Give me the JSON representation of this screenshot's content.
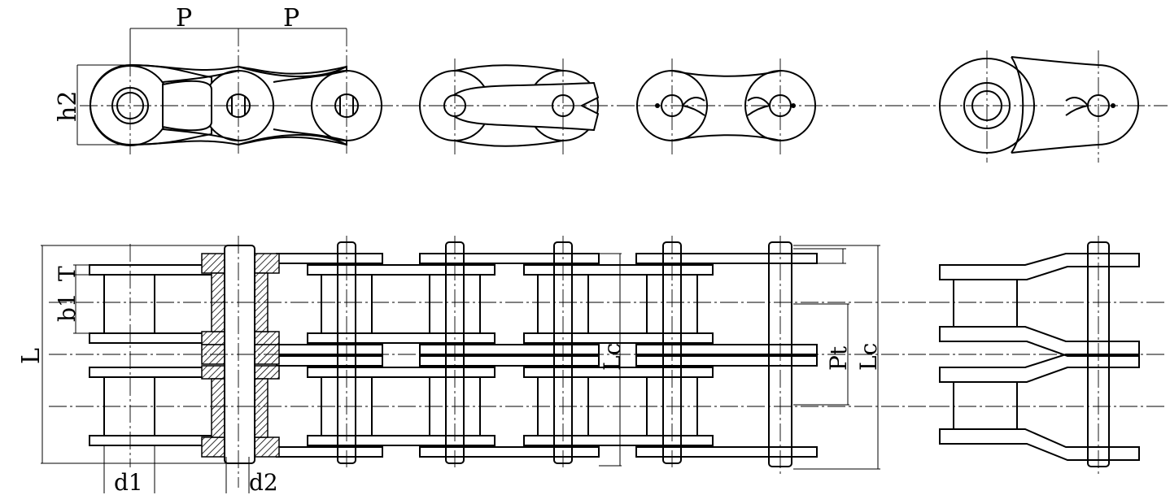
{
  "labels": {
    "pitch_left": "P",
    "pitch_right": "P",
    "plate_height": "h2",
    "plate_thickness": "T",
    "inner_width": "b1",
    "overall_length": "L",
    "roller_diameter": "d1",
    "pin_diameter": "d2",
    "transverse_pitch": "Pt",
    "length_c_left": "Lc",
    "length_c_right": "Lc"
  },
  "colors": {
    "line": "#000000",
    "background": "#ffffff"
  }
}
